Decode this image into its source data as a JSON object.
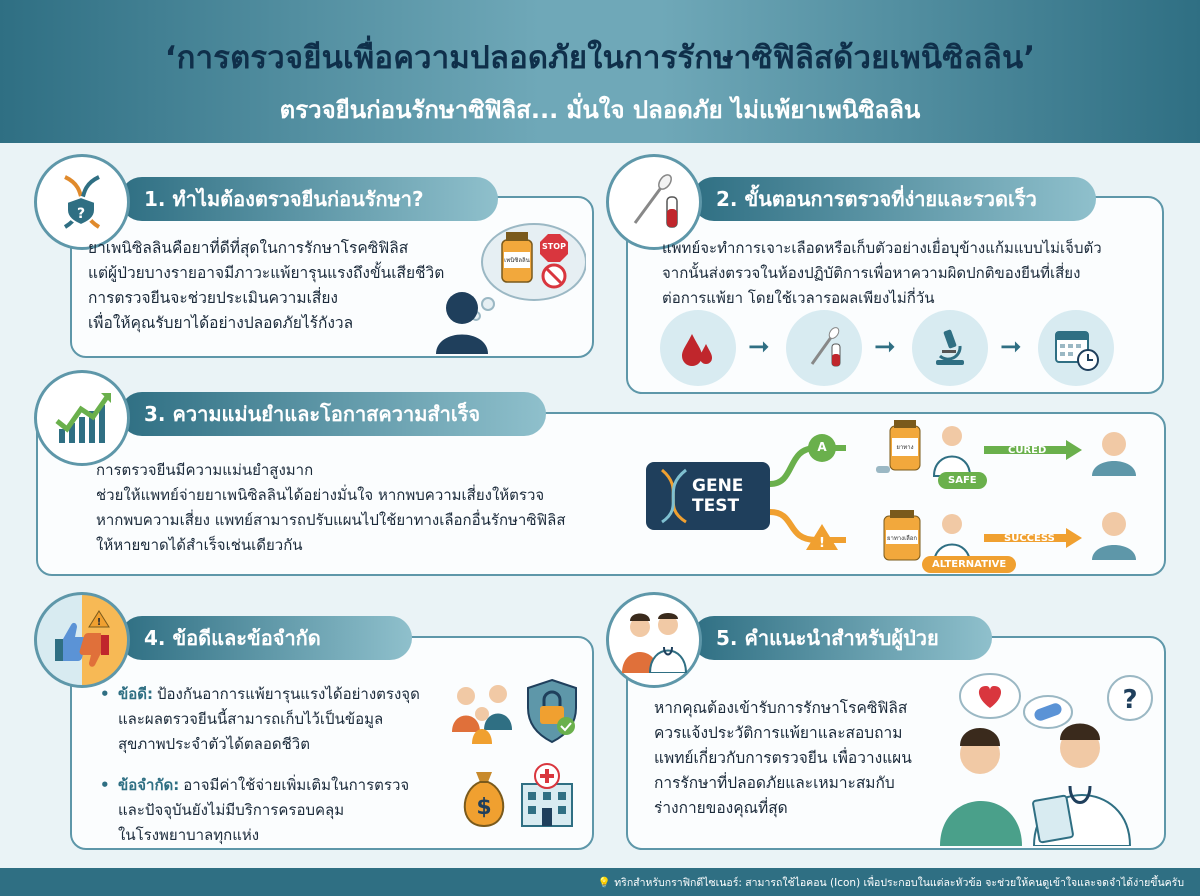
{
  "header": {
    "title": "‘การตรวจยีนเพื่อความปลอดภัยในการรักษาซิฟิลิสด้วยเพนิซิลลิน’",
    "subtitle": "ตรวจยีนก่อนรักษาซิฟิลิส... มั่นใจ ปลอดภัย ไม่แพ้ยาเพนิซิลลิน"
  },
  "section1": {
    "title": "1. ทำไมต้องตรวจยีนก่อนรักษา?",
    "lines": [
      "ยาเพนิซิลลินคือยาที่ดีที่สุดในการรักษาโรคซิฟิลิส",
      "แต่ผู้ป่วยบางรายอาจมีภาวะแพ้ยารุนแรงถึงขั้นเสียชีวิต",
      "การตรวจยีนจะช่วยประเมินความเสี่ยง",
      "เพื่อให้คุณรับยาได้อย่างปลอดภัยไร้กังวล"
    ],
    "bottle_label": "เพนิซิลลิน",
    "stop_label": "STOP"
  },
  "section2": {
    "title": "2. ขั้นตอนการตรวจที่ง่ายและรวดเร็ว",
    "lines": [
      "แพทย์จะทำการเจาะเลือดหรือเก็บตัวอย่างเยื่อบุข้างแก้มแบบไม่เจ็บตัว",
      "จากนั้นส่งตรวจในห้องปฏิบัติการเพื่อหาความผิดปกติของยีนที่เสี่ยง",
      "ต่อการแพ้ยา โดยใช้เวลารอผลเพียงไม่กี่วัน"
    ],
    "steps": [
      "blood-drop-icon",
      "swab-icon",
      "microscope-icon",
      "calendar-icon"
    ]
  },
  "section3": {
    "title": "3. ความแม่นยำและโอกาสความสำเร็จ",
    "lines": [
      "การตรวจยีนมีความแม่นยำสูงมาก",
      "ช่วยให้แพทย์จ่ายยาเพนิซิลลินได้อย่างมั่นใจ หากพบความเสี่ยงให้ตรวจ",
      "หากพบความเสี่ยง แพทย์สามารถปรับแผนไปใช้ยาทางเลือกอื่นรักษาซิฟิลิส",
      "ให้หายขาดได้สำเร็จเช่นเดียวกัน"
    ],
    "gene_test": "GENE TEST",
    "path_a": "A",
    "cured": "CURED",
    "safe": "SAFE",
    "success": "SUCCESS",
    "alternative": "ALTERNATIVE",
    "pill_label": "ยาทาง",
    "alt_label": "ยาทางเลือก"
  },
  "section4": {
    "title": "4. ข้อดีและข้อจำกัด",
    "pros_label": "ข้อดี:",
    "pros_lines": [
      "ป้องกันอาการแพ้ยารุนแรงได้อย่างตรงจุด",
      "และผลตรวจยีนนี้สามารถเก็บไว้เป็นข้อมูล",
      "สุขภาพประจำตัวได้ตลอดชีวิต"
    ],
    "cons_label": "ข้อจำกัด:",
    "cons_lines": [
      "อาจมีค่าใช้จ่ายเพิ่มเติมในการตรวจ",
      "และปัจจุบันยังไม่มีบริการครอบคลุม",
      "ในโรงพยาบาลทุกแห่ง"
    ]
  },
  "section5": {
    "title": "5. คำแนะนำสำหรับผู้ป่วย",
    "lines": [
      "หากคุณต้องเข้ารับการรักษาโรคซิฟิลิส",
      "ควรแจ้งประวัติการแพ้ยาและสอบถาม",
      "แพทย์เกี่ยวกับการตรวจยีน เพื่อวางแผน",
      "การรักษาที่ปลอดภัยและเหมาะสมกับ",
      "ร่างกายของคุณที่สุด"
    ]
  },
  "footer": {
    "tip": "ทริกสำหรับกราฟิกดีไซเนอร์: สามารถใช้ไอคอน (Icon) เพื่อประกอบในแต่ละหัวข้อ จะช่วยให้คนดูเข้าใจและจดจำได้ง่ายขึ้นครับ"
  },
  "colors": {
    "primary": "#2f6f83",
    "accent_green": "#6ab04c",
    "accent_orange": "#f0a030",
    "danger": "#d9363e"
  }
}
